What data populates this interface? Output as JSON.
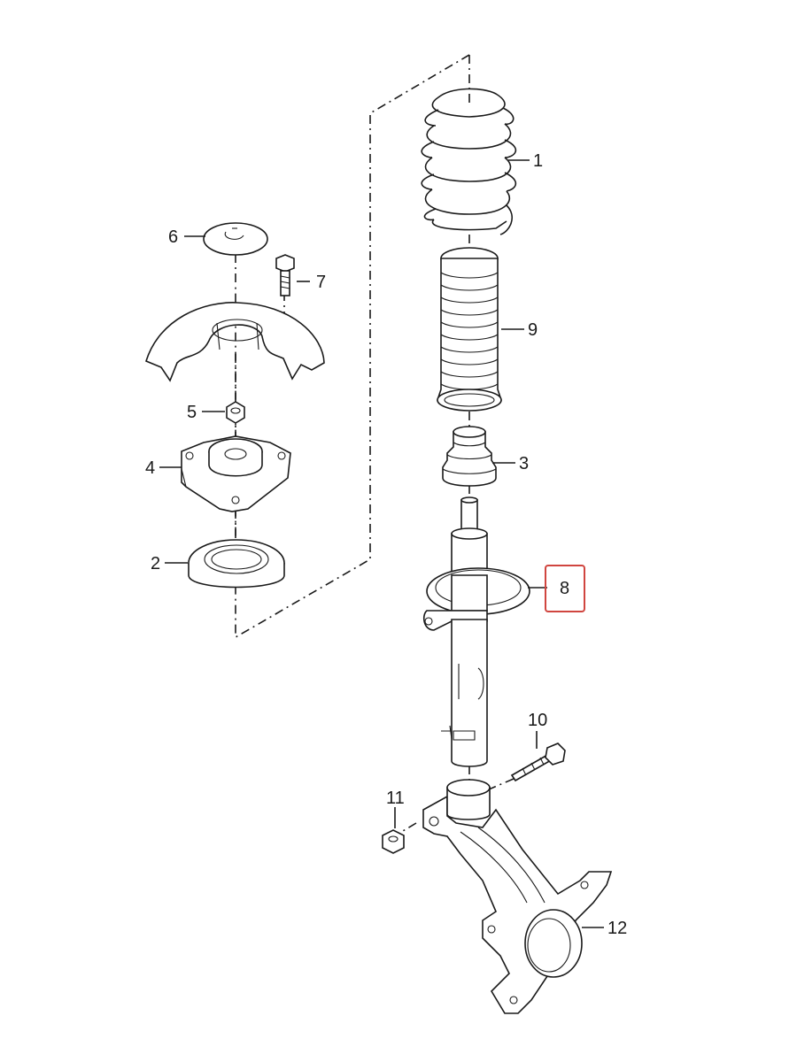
{
  "diagram": {
    "part_labels": [
      "1",
      "2",
      "3",
      "4",
      "5",
      "6",
      "7",
      "8",
      "9",
      "10",
      "11",
      "12"
    ],
    "highlighted_label": "8",
    "highlight_color": "#d0453f",
    "line_color": "#1a1a1a",
    "background": "#ffffff"
  }
}
